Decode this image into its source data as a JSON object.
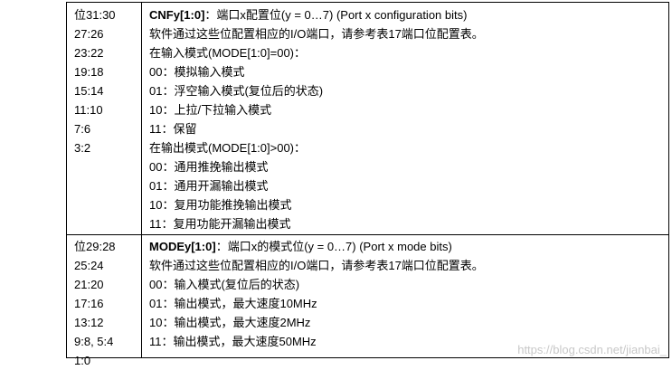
{
  "cnf": {
    "bits": [
      "位31:30",
      "27:26",
      "23:22",
      "19:18",
      "15:14",
      "11:10",
      "7:6",
      "3:2"
    ],
    "title_bold": "CNFy[1:0]",
    "title_rest": "：端口x配置位(y = 0…7) (Port x configuration bits)",
    "lines": [
      "软件通过这些位配置相应的I/O端口，请参考表17端口位配置表。",
      "在输入模式(MODE[1:0]=00)：",
      "00：模拟输入模式",
      "01：浮空输入模式(复位后的状态)",
      "10：上拉/下拉输入模式",
      "11：保留",
      "在输出模式(MODE[1:0]>00)：",
      "00：通用推挽输出模式",
      "01：通用开漏输出模式",
      "10：复用功能推挽输出模式",
      "11：复用功能开漏输出模式"
    ]
  },
  "mode": {
    "bits": [
      "位29:28",
      "25:24",
      "21:20",
      "17:16",
      "13:12",
      "9:8, 5:4",
      "1:0"
    ],
    "title_bold": "MODEy[1:0]",
    "title_rest": "：端口x的模式位(y = 0…7) (Port x mode bits)",
    "lines": [
      "软件通过这些位配置相应的I/O端口，请参考表17端口位配置表。",
      "00：输入模式(复位后的状态)",
      "01：输出模式，最大速度10MHz",
      "10：输出模式，最大速度2MHz",
      "11：输出模式，最大速度50MHz"
    ]
  },
  "watermark": "https://blog.csdn.net/jianbai_"
}
